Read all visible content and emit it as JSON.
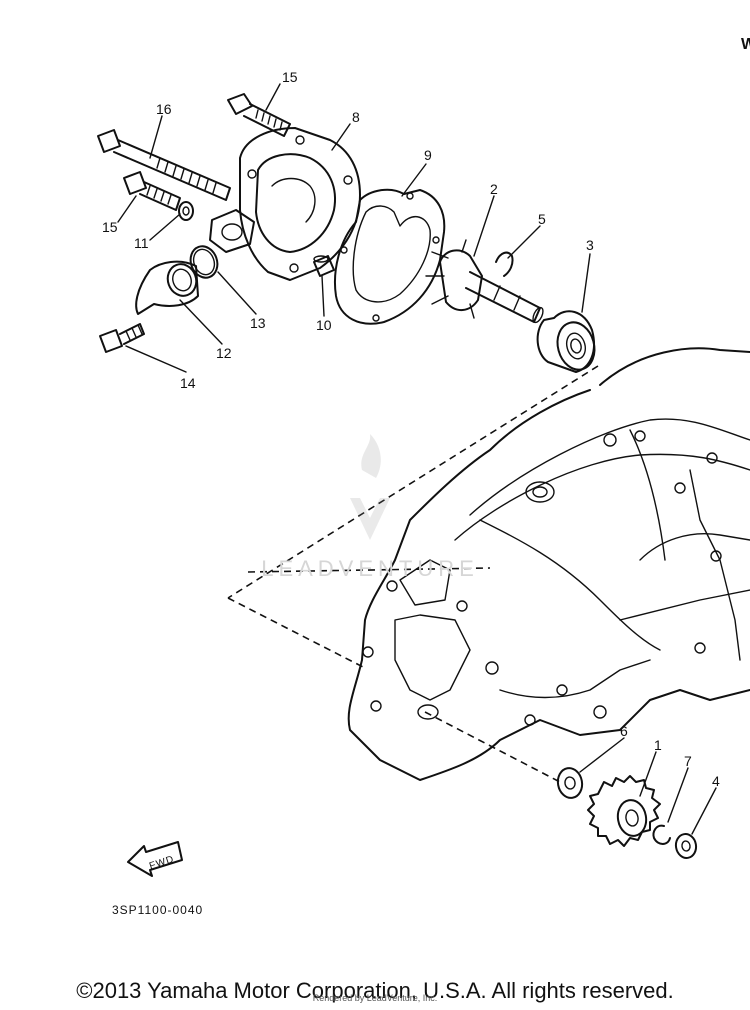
{
  "diagram": {
    "callouts": [
      {
        "id": "1",
        "label": "1"
      },
      {
        "id": "2",
        "label": "2"
      },
      {
        "id": "3",
        "label": "3"
      },
      {
        "id": "4",
        "label": "4"
      },
      {
        "id": "5",
        "label": "5"
      },
      {
        "id": "6",
        "label": "6"
      },
      {
        "id": "7",
        "label": "7"
      },
      {
        "id": "8",
        "label": "8"
      },
      {
        "id": "9",
        "label": "9"
      },
      {
        "id": "10",
        "label": "10"
      },
      {
        "id": "11",
        "label": "11"
      },
      {
        "id": "12",
        "label": "12"
      },
      {
        "id": "13",
        "label": "13"
      },
      {
        "id": "14",
        "label": "14"
      },
      {
        "id": "15a",
        "label": "15"
      },
      {
        "id": "15b",
        "label": "15"
      },
      {
        "id": "16",
        "label": "16"
      }
    ],
    "fwd_label": "FWD",
    "diagram_code": "3SP1100-0040"
  },
  "watermark": "LEADVENTURE",
  "corner_glyph": "W",
  "footer": {
    "copyright": "©2013 Yamaha Motor Corporation, U.S.A. All rights reserved.",
    "rendered_by": "Rendered by LeadVenture, Inc."
  }
}
